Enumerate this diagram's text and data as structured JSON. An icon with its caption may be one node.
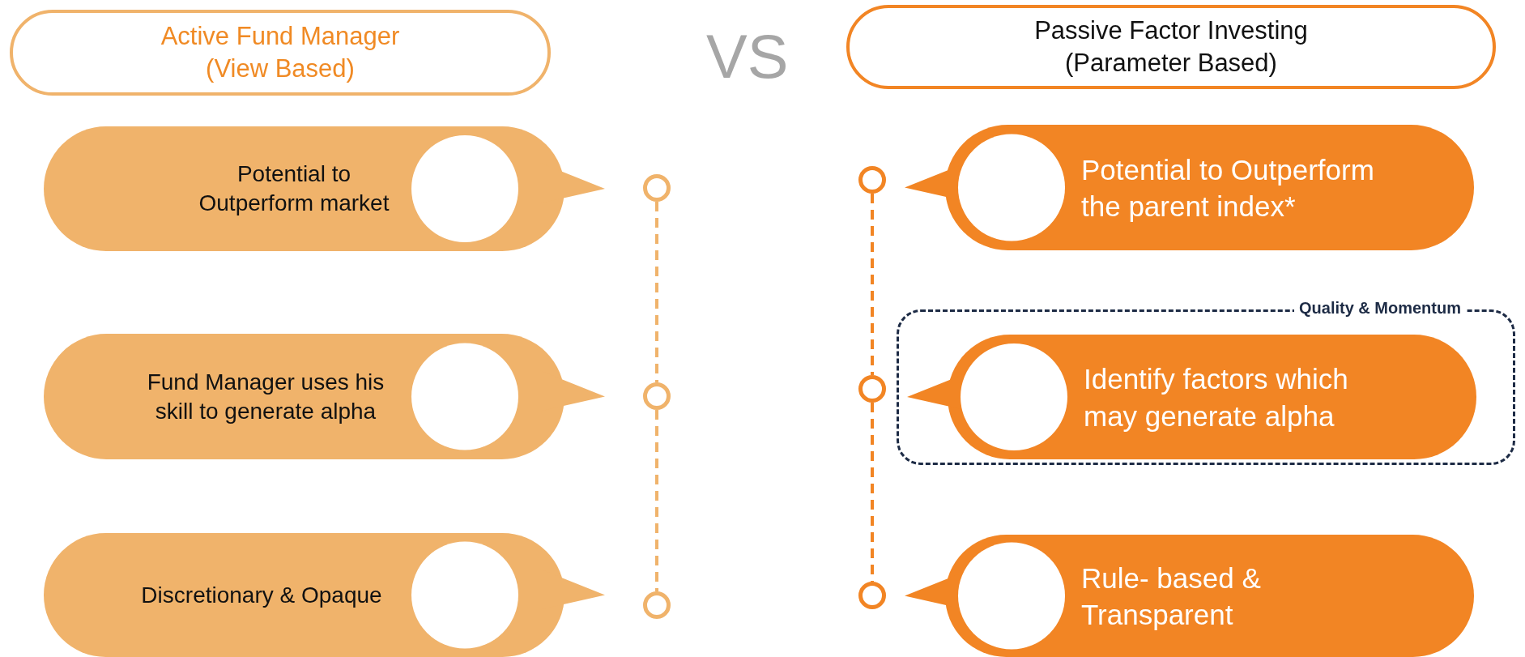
{
  "diagram": {
    "nodes": [
      {
        "text": [
          "Active Fund Manager (View Based)"
        ]
      },
      {
        "text": [
          "Passive Factor Investing (Parameter Based)"
        ]
      },
      {
        "text": [
          "Potential to Outperform market"
        ]
      },
      {
        "text": [
          "Fund Manager uses his skill to generate alpha"
        ]
      },
      {
        "text": [
          "Discretionary & Opaque"
        ]
      },
      {
        "text": [],
        "shape": "circle"
      },
      {
        "text": [],
        "shape": "circle"
      },
      {
        "text": [],
        "shape": "circle"
      },
      {
        "text": [
          "Potential to Outperform the parent index*"
        ]
      },
      {
        "text": [
          "Quality & Momentum"
        ]
      },
      {
        "text": [
          "Identify factors which may generate alpha"
        ],
        "in": 9
      },
      {
        "text": [
          "Rule- based & Transparent"
        ]
      },
      {
        "text": [],
        "shape": "circle"
      },
      {
        "text": [],
        "shape": "circle"
      },
      {
        "text": [],
        "shape": "circle"
      }
    ],
    "edges": [
      {
        "from": 5,
        "to": 6,
        "arrow": "none",
        "style": "dashed",
        "color": "#f0b36b"
      },
      {
        "from": 6,
        "to": 7,
        "arrow": "none",
        "style": "dashed",
        "color": "#f0b36b"
      },
      {
        "from": 12,
        "to": 13,
        "arrow": "none",
        "style": "dashed",
        "color": "#f28524"
      },
      {
        "from": 13,
        "to": 14,
        "arrow": "none",
        "style": "dashed",
        "color": "#f28524"
      }
    ],
    "labels": [
      "VS"
    ]
  }
}
